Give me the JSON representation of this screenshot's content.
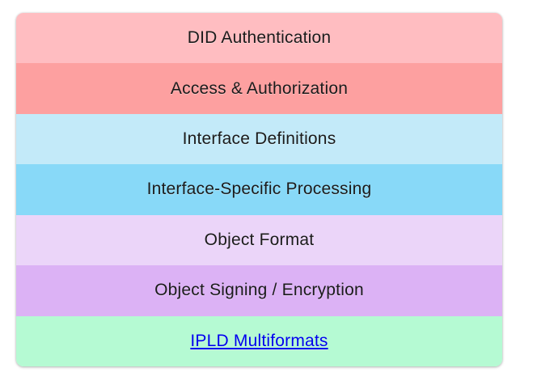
{
  "layers": [
    {
      "label": "DID Authentication",
      "color": "#ffbdc1"
    },
    {
      "label": "Access & Authorization",
      "color": "#fda0a0"
    },
    {
      "label": "Interface Definitions",
      "color": "#c3eaf9"
    },
    {
      "label": "Interface-Specific Processing",
      "color": "#88d9f8"
    },
    {
      "label": "Object Format",
      "color": "#ebd5f9"
    },
    {
      "label": "Object Signing / Encryption",
      "color": "#dcb2f5"
    },
    {
      "label": "IPLD Multiformats",
      "color": "#b5fad3",
      "is_link": true,
      "link_color": "#0000ee"
    }
  ]
}
